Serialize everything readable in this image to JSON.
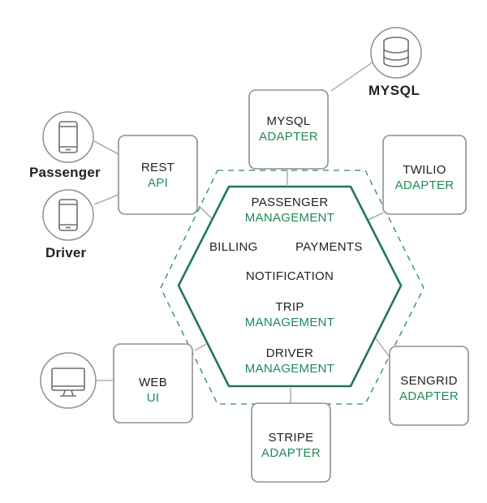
{
  "colors": {
    "accent": "#1f8a55",
    "box_border": "#8f8f8f",
    "line": "#9a9a9a",
    "text": "#222222"
  },
  "core": {
    "passenger_management": [
      "PASSENGER",
      "MANAGEMENT"
    ],
    "billing": "BILLING",
    "payments": "PAYMENTS",
    "notification": "NOTIFICATION",
    "trip_management": [
      "TRIP",
      "MANAGEMENT"
    ],
    "driver_management": [
      "DRIVER",
      "MANAGEMENT"
    ]
  },
  "adapters": {
    "mysql": [
      "MYSQL",
      "ADAPTER"
    ],
    "twilio": [
      "TWILIO",
      "ADAPTER"
    ],
    "rest_api": [
      "REST",
      "API"
    ],
    "sengrid": [
      "SENGRID",
      "ADAPTER"
    ],
    "stripe": [
      "STRIPE",
      "ADAPTER"
    ],
    "web_ui": [
      "WEB",
      "UI"
    ]
  },
  "externals": {
    "mysql_db": {
      "label": "MYSQL",
      "icon": "database-icon"
    },
    "passenger": {
      "label": "Passenger",
      "icon": "smartphone-icon"
    },
    "driver": {
      "label": "Driver",
      "icon": "smartphone-icon"
    },
    "desktop": {
      "label": "",
      "icon": "desktop-monitor-icon"
    }
  }
}
